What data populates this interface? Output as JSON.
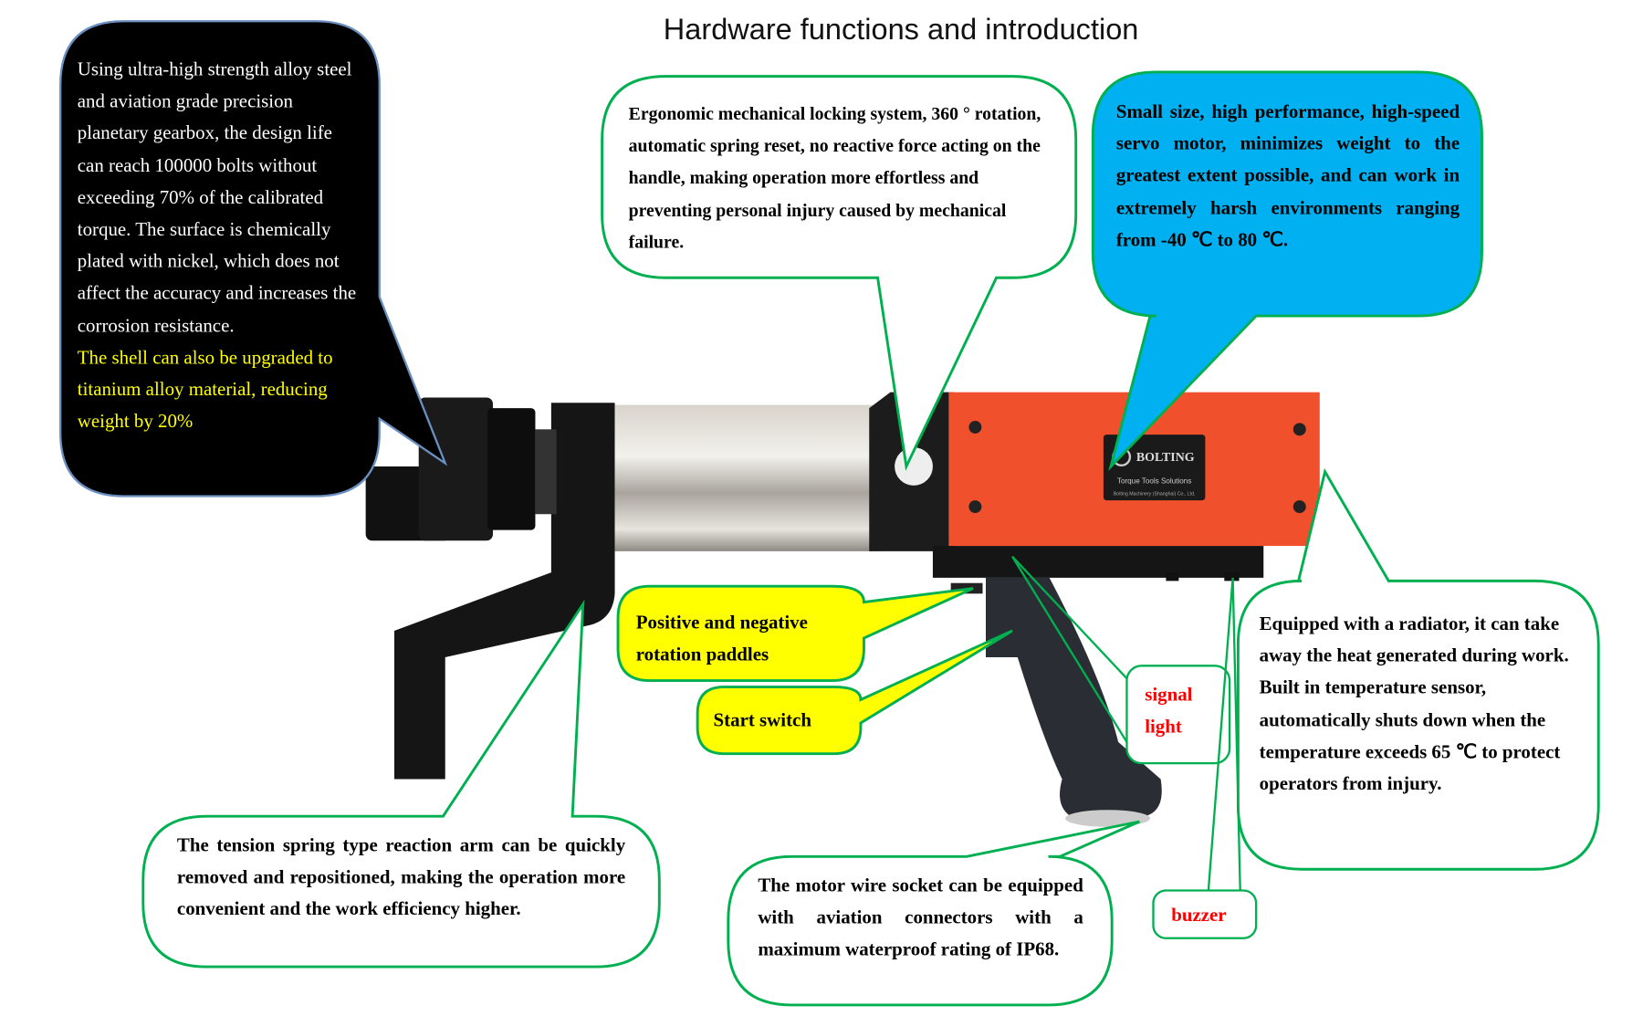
{
  "title": "Hardware functions and introduction",
  "callouts": {
    "material": {
      "text": "Using ultra-high strength alloy steel and aviation grade precision planetary gearbox, the design life can reach 100000 bolts without exceeding 70% of the calibrated torque. The surface is chemically plated with nickel, which does not affect the accuracy and increases the corrosion resistance.",
      "highlight": "The shell can also be upgraded to titanium alloy material, reducing weight by 20%"
    },
    "locking": "Ergonomic mechanical locking system, 360 ° rotation, automatic spring reset, no reactive force acting on the handle, making operation more effortless and preventing personal injury caused by mechanical failure.",
    "motor": "Small size, high performance, high-speed servo motor, minimizes weight to the greatest extent possible, and can work in extremely harsh environments ranging from -40 ℃ to 80 ℃.",
    "paddles": "Positive and negative rotation paddles",
    "start_switch": "Start switch",
    "reaction_arm": "The tension spring type reaction arm can be quickly removed and repositioned, making the operation more convenient and the work efficiency higher.",
    "wire_socket": "The motor wire socket can be equipped with aviation connectors with a maximum waterproof rating of IP68.",
    "signal_light": "signal light",
    "buzzer": "buzzer",
    "radiator": "Equipped with a radiator, it can take away the heat generated during work.",
    "sensor": "Built in temperature sensor, automatically shuts down when the temperature exceeds 65 ℃ to protect operators from injury."
  },
  "product_label": {
    "brand": "BOLTING",
    "tagline": "Torque Tools Solutions",
    "company": "Bolting Machinery (Shanghai) Co., Ltd."
  },
  "colors": {
    "green": "#00b050",
    "blue": "#00b0f0",
    "yellow": "#ffff00",
    "orange": "#f0502c"
  }
}
